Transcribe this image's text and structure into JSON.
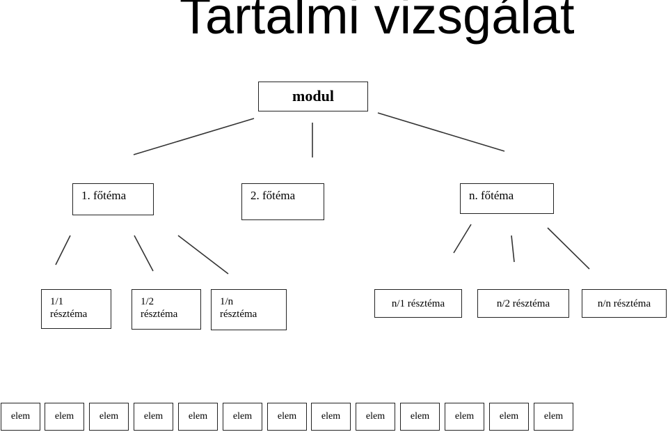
{
  "title": "Tartalmi vizsgálat",
  "root": "modul",
  "main_topics": [
    "1. főtéma",
    "2. főtéma",
    "n. főtéma"
  ],
  "subtopics": [
    {
      "line1": "1/1",
      "line2": "résztéma"
    },
    {
      "line1": "1/2",
      "line2": "résztéma"
    },
    {
      "line1": "1/n",
      "line2": "résztéma"
    },
    {
      "line1": "n/1 résztéma",
      "line2": ""
    },
    {
      "line1": "n/2 résztéma",
      "line2": ""
    },
    {
      "line1": "n/n résztéma",
      "line2": ""
    }
  ],
  "elements": [
    "elem",
    "elem",
    "elem",
    "elem",
    "elem",
    "elem",
    "elem",
    "elem",
    "elem",
    "elem",
    "elem",
    "elem",
    "elem"
  ],
  "colors": {
    "line": "#333333",
    "border": "#222222"
  }
}
